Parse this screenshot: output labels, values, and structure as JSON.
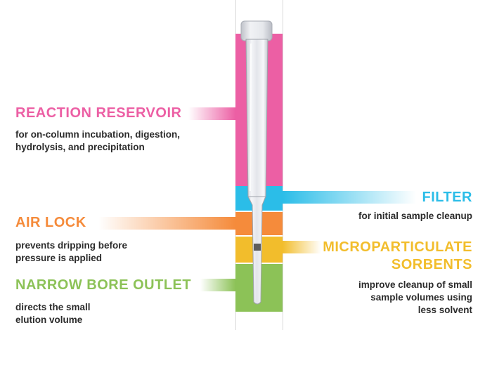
{
  "colors": {
    "reaction": "#ec5fa4",
    "filter": "#2bbde8",
    "air_lock": "#f58b3b",
    "microparticulate": "#f2bd2c",
    "outlet": "#8cc257"
  },
  "labels": {
    "reaction": {
      "title": "REACTION RESERVOIR",
      "desc1": "for on-column incubation, digestion,",
      "desc2": "hydrolysis, and precipitation"
    },
    "filter": {
      "title": "FILTER",
      "desc1": "for initial sample cleanup"
    },
    "air_lock": {
      "title": "AIR LOCK",
      "desc1": "prevents dripping before",
      "desc2": "pressure is applied"
    },
    "microparticulate": {
      "title1": "MICROPARTICULATE",
      "title2": "SORBENTS",
      "desc1": "improve cleanup of small",
      "desc2": "sample volumes using",
      "desc3": "less solvent"
    },
    "outlet": {
      "title": "NARROW BORE OUTLET",
      "desc1": "directs the small",
      "desc2": "elution volume"
    }
  }
}
